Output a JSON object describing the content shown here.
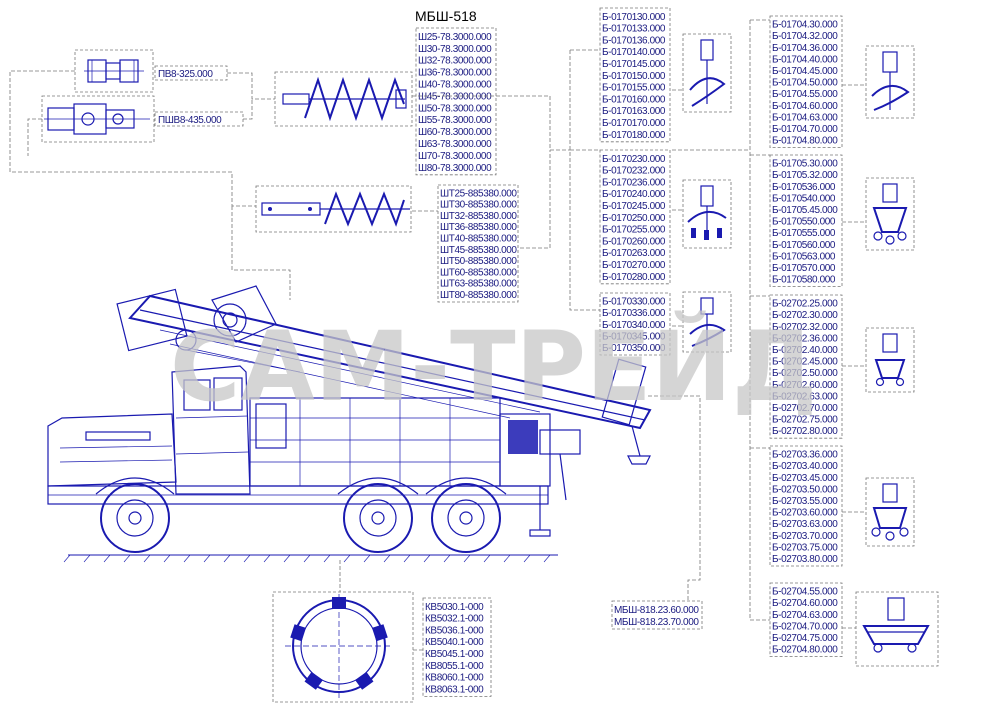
{
  "title": "МБШ-518",
  "watermark": "САМ-ТРЕЙД",
  "adapters": [
    "ПВ8-325.000",
    "ПШВ8-435.000"
  ],
  "auger_group_ш": [
    "Ш25-78.3000.000",
    "Ш30-78.3000.000",
    "Ш32-78.3000.000",
    "Ш36-78.3000.000",
    "Ш40-78.3000.000",
    "Ш45-78.3000.000",
    "Ш50-78.3000.000",
    "Ш55-78.3000.000",
    "Ш60-78.3000.000",
    "Ш63-78.3000.000",
    "Ш70-78.3000.000",
    "Ш80-78.3000.000"
  ],
  "auger_group_шт": [
    "ШТ25-885380.000",
    "ШТ30-885380.000",
    "ШТ32-885380.000",
    "ШТ36-885380.000",
    "ШТ40-885380.000",
    "ШТ45-885380.000",
    "ШТ50-885380.000",
    "ШТ60-885380.000",
    "ШТ63-885380.000",
    "ШТ80-885380.000"
  ],
  "bit_group_1": [
    "Б-0170130.000",
    "Б-0170133.000",
    "Б-0170136.000",
    "Б-0170140.000",
    "Б-0170145.000",
    "Б-0170150.000",
    "Б-0170155.000",
    "Б-0170160.000",
    "Б-0170163.000",
    "Б-0170170.000",
    "Б-0170180.000"
  ],
  "bit_group_2": [
    "Б-0170230.000",
    "Б-0170232.000",
    "Б-0170236.000",
    "Б-0170240.000",
    "Б-0170245.000",
    "Б-0170250.000",
    "Б-0170255.000",
    "Б-0170260.000",
    "Б-0170263.000",
    "Б-0170270.000",
    "Б-0170280.000"
  ],
  "bit_group_3": [
    "Б-0170330.000",
    "Б-0170336.000",
    "Б-0170340.000",
    "Б-0170345.000",
    "Б-0170350.000"
  ],
  "bit_group_r1": [
    "Б-01704.30.000",
    "Б-01704.32.000",
    "Б-01704.36.000",
    "Б-01704.40.000",
    "Б-01704.45.000",
    "Б-01704.50.000",
    "Б-01704.55.000",
    "Б-01704.60.000",
    "Б-01704.63.000",
    "Б-01704.70.000",
    "Б-01704.80.000"
  ],
  "bit_group_r2": [
    "Б-01705.30.000",
    "Б-01705.32.000",
    "Б-0170536.000",
    "Б-0170540.000",
    "Б-01705.45.000",
    "Б-0170550.000",
    "Б-0170555.000",
    "Б-0170560.000",
    "Б-0170563.000",
    "Б-0170570.000",
    "Б-0170580.000"
  ],
  "bit_group_r3": [
    "Б-02702.25.000",
    "Б-02702.30.000",
    "Б-02702.32.000",
    "Б-02702.36.000",
    "Б-02702.40.000",
    "Б-02702.45.000",
    "Б-02702.50.000",
    "Б-02702.60.000",
    "Б-02702.63.000",
    "Б-02702.70.000",
    "Б-02702.75.000",
    "Б-02702.80.000"
  ],
  "bit_group_r4": [
    "Б-02703.36.000",
    "Б-02703.40.000",
    "Б-02703.45.000",
    "Б-02703.50.000",
    "Б-02703.55.000",
    "Б-02703.60.000",
    "Б-02703.63.000",
    "Б-02703.70.000",
    "Б-02703.75.000",
    "Б-02703.80.000"
  ],
  "bit_group_r5": [
    "Б-02704.55.000",
    "Б-02704.60.000",
    "Б-02704.63.000",
    "Б-02704.70.000",
    "Б-02704.75.000",
    "Б-02704.80.000"
  ],
  "rotator_codes": [
    "МБШ-818.23.60.000",
    "МБШ-818.23.70.000"
  ],
  "kelly_codes": [
    "КВ5030.1-000",
    "КВ5032.1-000",
    "КВ5036.1-000",
    "КВ5040.1-000",
    "КВ5045.1-000",
    "КВ8055.1-000",
    "КВ8060.1-000",
    "КВ8063.1-000"
  ],
  "colors": {
    "line": "#1a1ab0",
    "text": "#1a1a80",
    "leader": "#777777",
    "watermark": "#c8c8c8"
  }
}
